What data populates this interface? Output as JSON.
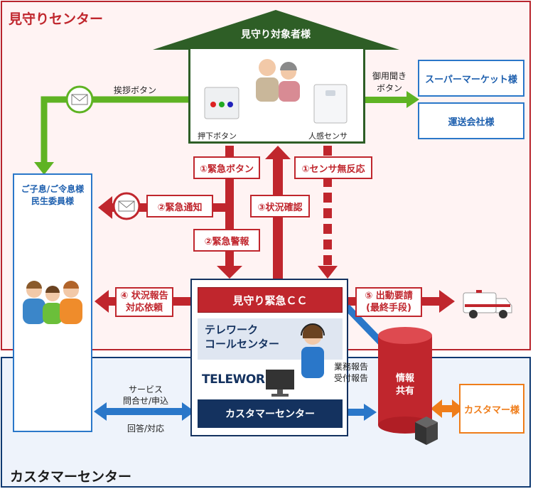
{
  "zones": {
    "top_title": "見守りセンター",
    "bottom_title": "カスタマーセンター"
  },
  "house": {
    "title": "見守り対象者様",
    "device_left": "押下ボタン",
    "device_right": "人感センサ"
  },
  "links": {
    "greeting": "挨拶ボタン",
    "order_line1": "御用聞き",
    "order_line2": "ボタン",
    "emergency_button": "①緊急ボタン",
    "sensor_no_response": "①センサ無反応",
    "emergency_notice": "②緊急通知",
    "status_check": "③状況確認",
    "emergency_alarm": "②緊急警報",
    "report_line1": "④ 状況報告",
    "report_line2": "対応依頼",
    "dispatch_line1": "⑤ 出動要請",
    "dispatch_line2": "(最終手段)",
    "service_line1": "サービス",
    "service_line2": "問合せ/申込",
    "answer": "回答/対応",
    "biz_line1": "業務報告",
    "biz_line2": "受付報告"
  },
  "partners": {
    "supermarket": "スーパーマーケット様",
    "delivery": "運送会社様"
  },
  "family": {
    "line1": "ご子息/ご令息様",
    "line2": "民生委員様"
  },
  "center": {
    "emergency_cc": "見守り緊急ＣＣ",
    "telework_line1": "テレワーク",
    "telework_line2": "コールセンター",
    "logo": "TELEWORK",
    "customer_center": "カスタマーセンター"
  },
  "info": {
    "line1": "情報",
    "line2": "共有"
  },
  "customer": "カスタマー様",
  "colors": {
    "red": "#c0262d",
    "navy": "#14325f",
    "green": "#2e5e26",
    "lime": "#5fb323",
    "blue": "#2a77c9",
    "orange": "#ef7d1a"
  }
}
